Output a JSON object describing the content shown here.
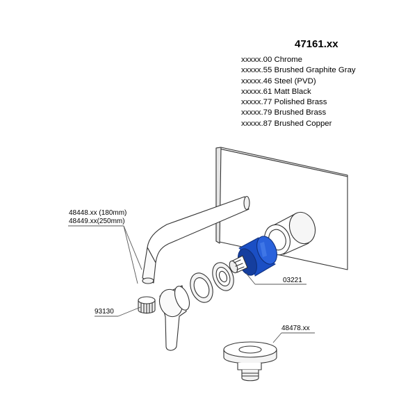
{
  "product": {
    "code": "47161.xx",
    "finishes": [
      "xxxxx.00 Chrome",
      "xxxxx.55 Brushed Graphite Gray",
      "xxxxx.46 Steel (PVD)",
      "xxxxx.61 Matt Black",
      "xxxxx.77 Polished Brass",
      "xxxxx.79 Brushed Brass",
      "xxxxx.87 Brushed Copper"
    ]
  },
  "parts": {
    "spout_180": "48448.xx (180mm)",
    "spout_250": "48449.xx(250mm)",
    "aerator": "93130",
    "cartridge": "03221",
    "flange": "48478.xx"
  },
  "colors": {
    "cartridge": "#1b4fc4",
    "outline": "#333333"
  }
}
